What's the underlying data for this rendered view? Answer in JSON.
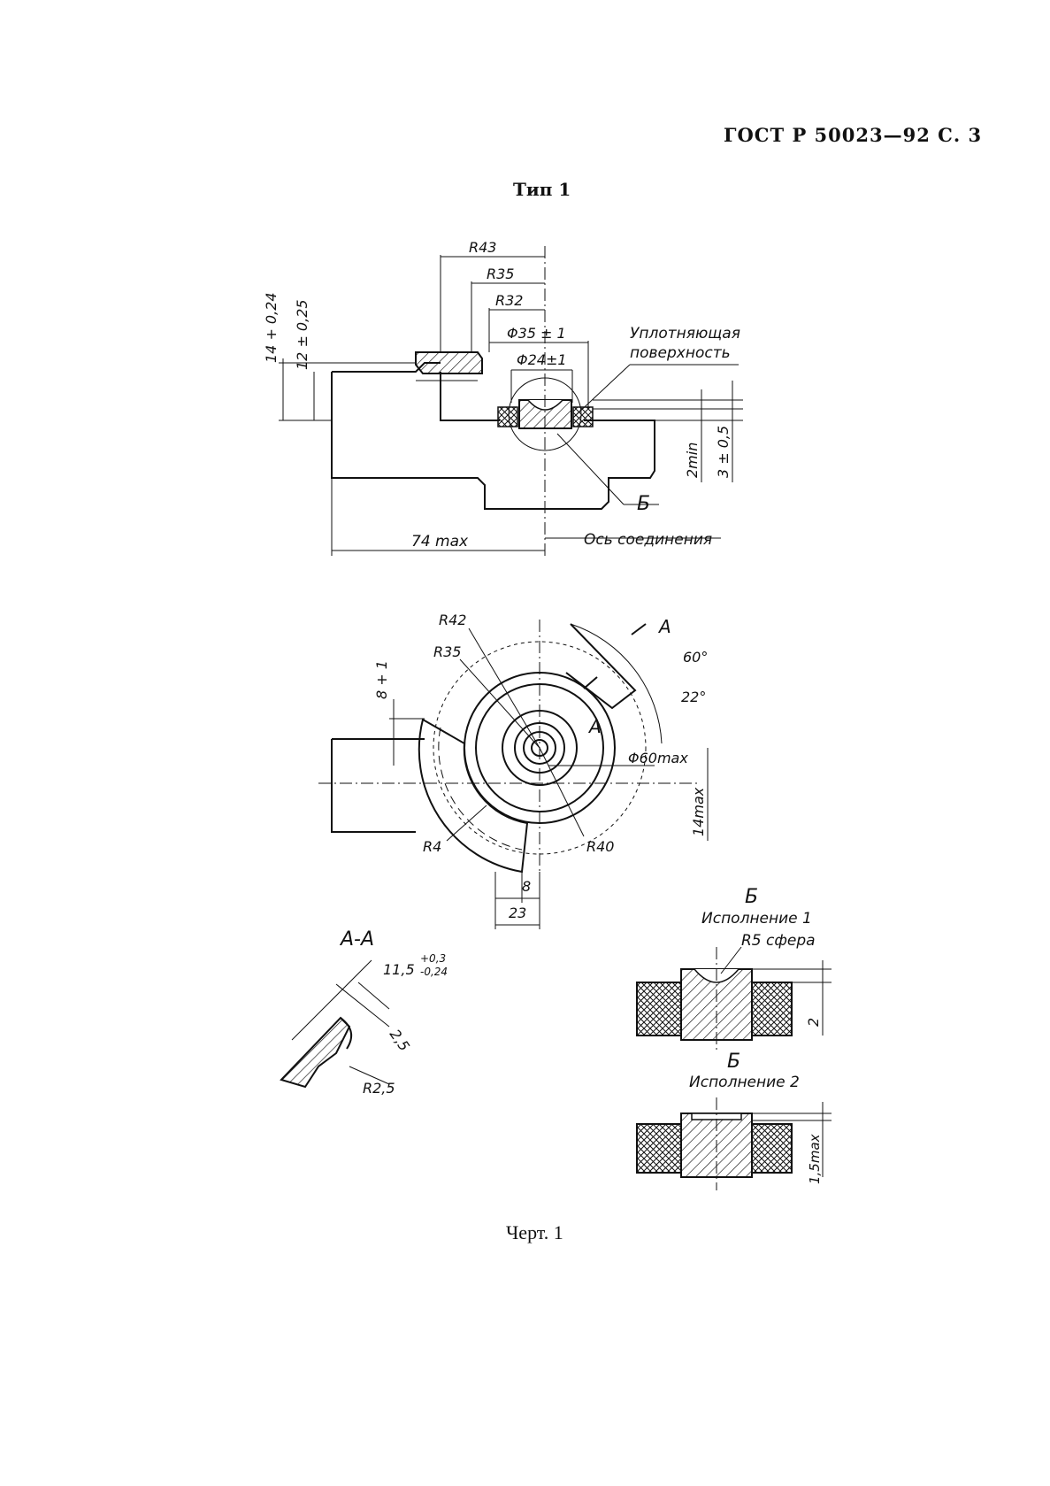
{
  "header": {
    "standard_ref": "ГОСТ Р 50023—92 С. 3"
  },
  "title": "Тип 1",
  "caption": "Черт. 1",
  "top_view": {
    "radii": [
      "R43",
      "R35",
      "R32"
    ],
    "dims_left": [
      "14 + 0,24",
      "12 ± 0,25"
    ],
    "diameters": [
      "Φ35 ± 1",
      "Φ24±1"
    ],
    "sealing_label": [
      "Уплотняющая",
      "поверхность"
    ],
    "dims_right": [
      "2min",
      "3 ± 0,5"
    ],
    "detail_ref": "Б",
    "length": "74 max",
    "axis_label": "Ось соединения"
  },
  "plan_view": {
    "radii": [
      "R42",
      "R35",
      "R40",
      "R4"
    ],
    "dim_8_1": "8 + 1",
    "section_mark": "A",
    "angles": [
      "60°",
      "22°"
    ],
    "diameter_max": "Φ60max",
    "dim_14max": "14max",
    "dim_8": "8",
    "dim_23": "23"
  },
  "section_aa": {
    "title": "A-A",
    "dim_main": "11,5",
    "tol_upper": "+0,3",
    "tol_lower": "-0,24",
    "dim_25": "2,5",
    "radius": "R2,5"
  },
  "detail_1": {
    "ref": "Б",
    "variant": "Исполнение 1",
    "note": "R5 сфера",
    "dim": "2"
  },
  "detail_2": {
    "ref": "Б",
    "variant": "Исполнение 2",
    "dim": "1,5max"
  }
}
